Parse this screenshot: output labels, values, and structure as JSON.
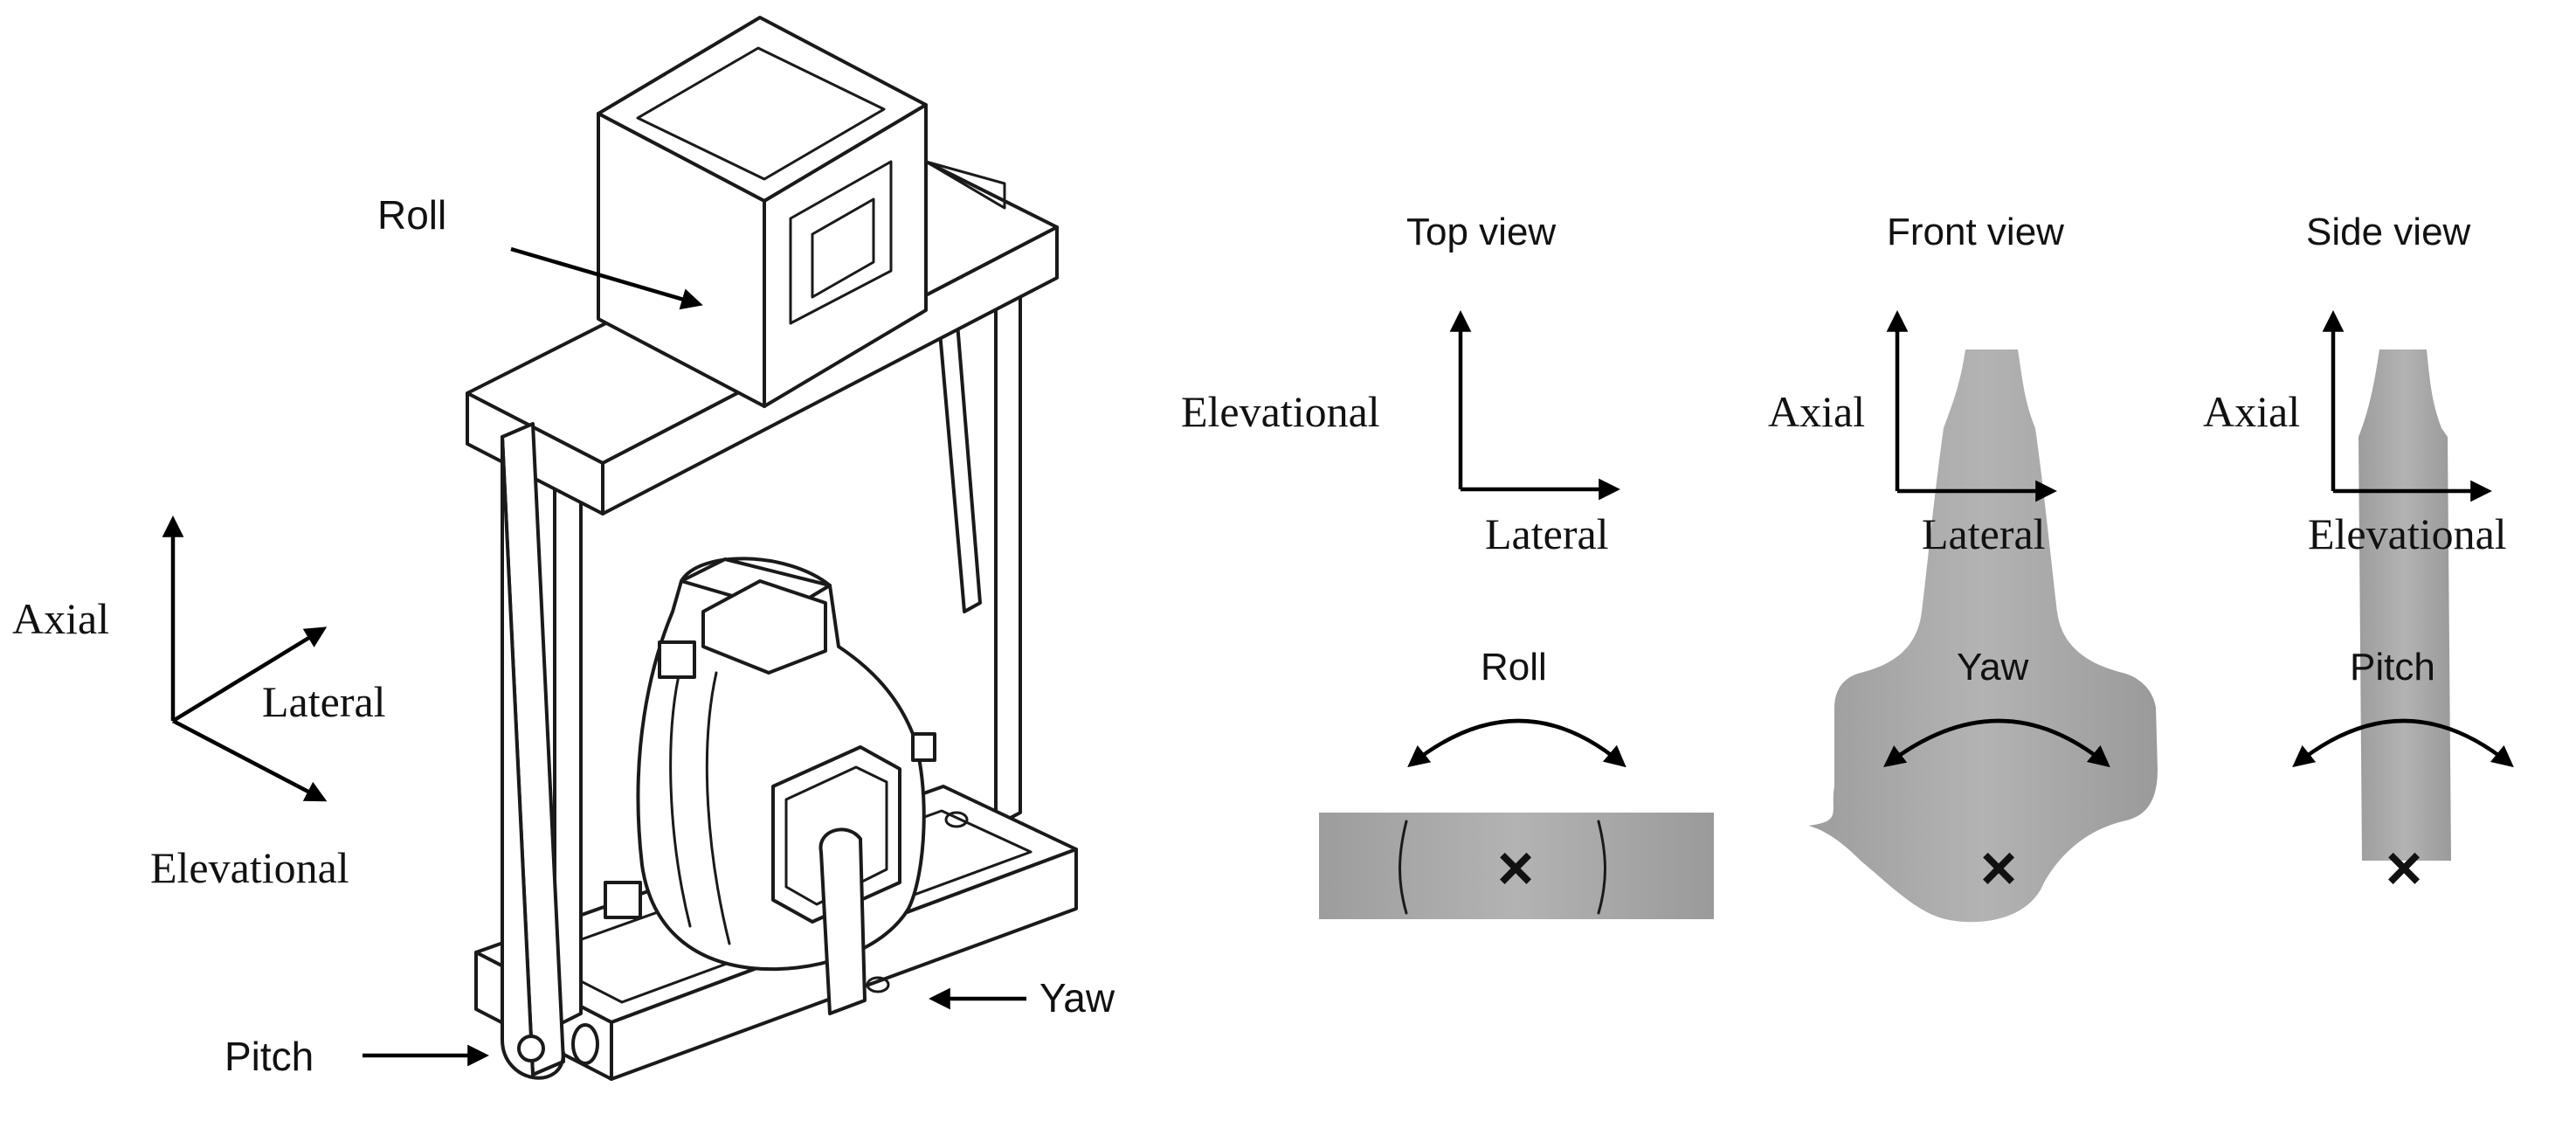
{
  "left_axes": {
    "axial": "Axial",
    "lateral": "Lateral",
    "elevational": "Elevational"
  },
  "device_labels": {
    "roll": "Roll",
    "yaw": "Yaw",
    "pitch": "Pitch"
  },
  "views": {
    "top": {
      "title": "Top view",
      "vertical_axis": "Elevational",
      "horizontal_axis": "Lateral",
      "rotation": "Roll",
      "marker": "×"
    },
    "front": {
      "title": "Front view",
      "vertical_axis": "Axial",
      "horizontal_axis": "Lateral",
      "rotation": "Yaw",
      "marker": "×"
    },
    "side": {
      "title": "Side view",
      "vertical_axis": "Axial",
      "horizontal_axis": "Elevational",
      "rotation": "Pitch",
      "marker": "×"
    }
  },
  "colors": {
    "probe_fill": "#a9a9a9",
    "line": "#1a1a1a"
  }
}
